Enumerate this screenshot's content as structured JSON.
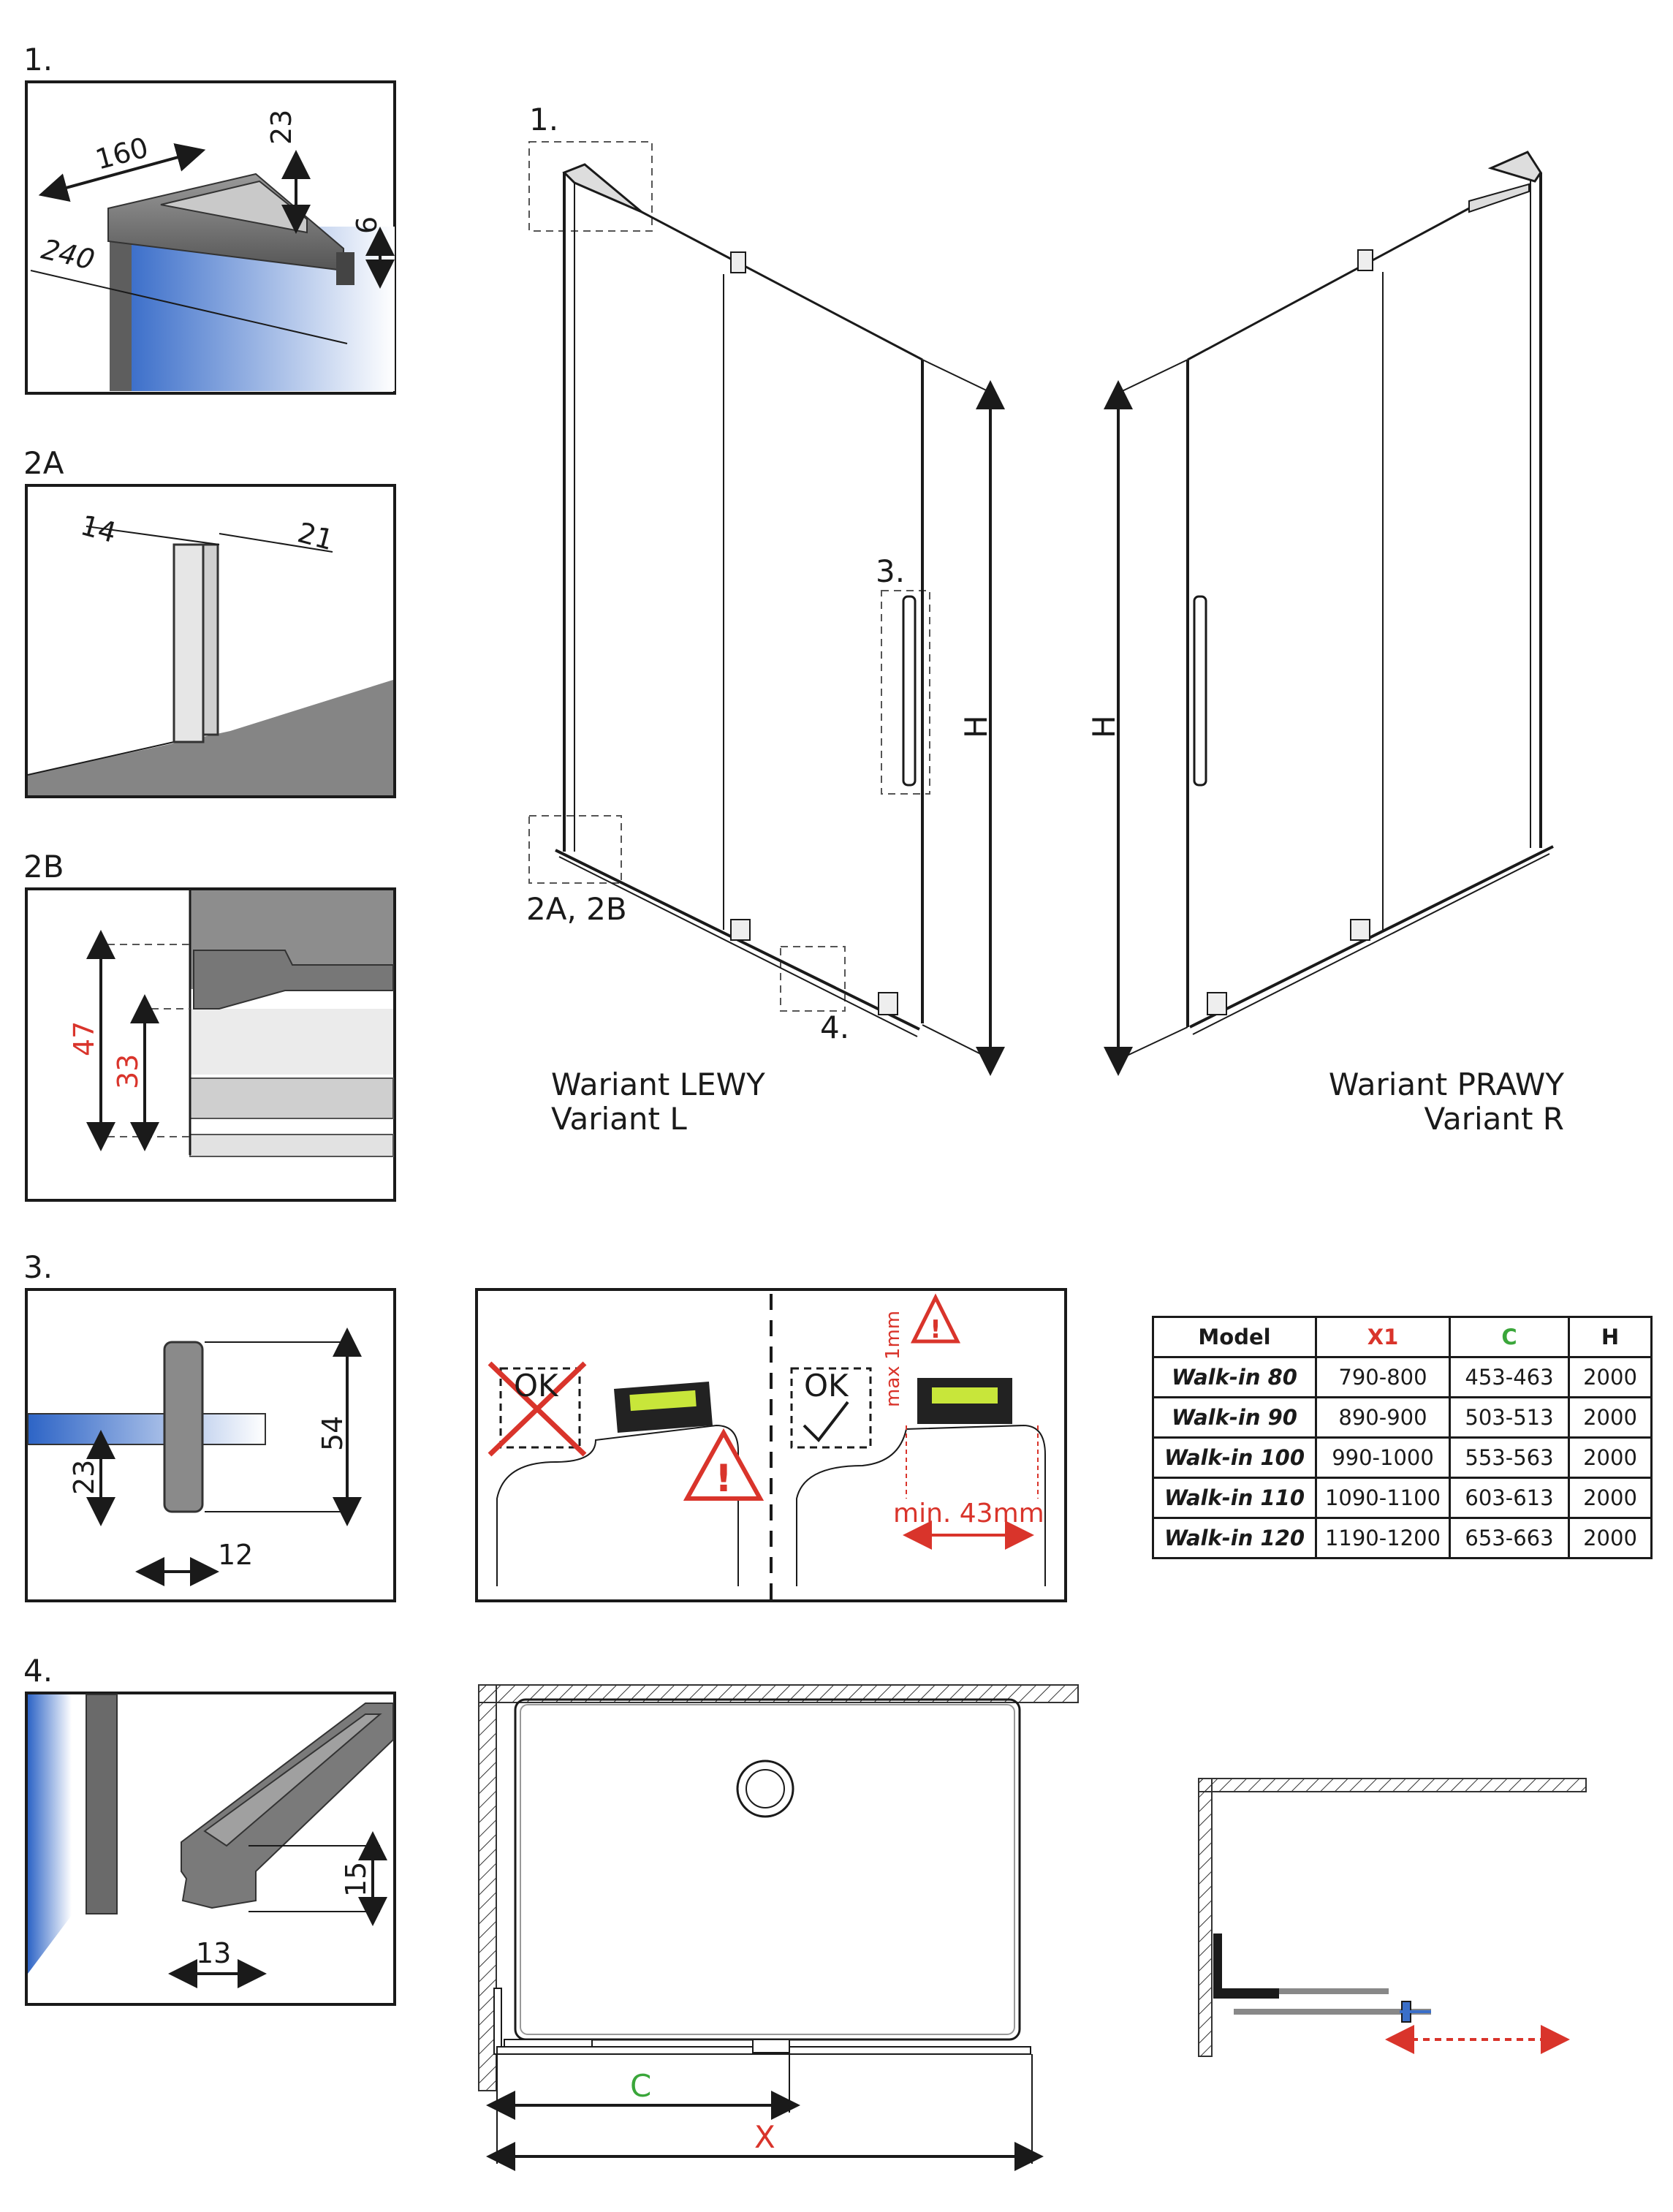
{
  "labels": {
    "p1": "1.",
    "p2a": "2A",
    "p2b": "2B",
    "p3": "3.",
    "p4": "4.",
    "s1": "1.",
    "s2": "2A, 2B",
    "s3": "3.",
    "s4": "4.",
    "height": "H"
  },
  "dims": {
    "d160": "160",
    "d23a": "23",
    "d6": "6",
    "d240": "240",
    "d14": "14",
    "d21": "21",
    "d47": "47",
    "d33": "33",
    "d54": "54",
    "d23b": "23",
    "d12": "12",
    "d15": "15",
    "d13": "13",
    "c": "C",
    "x": "X"
  },
  "variants": {
    "left_pl": "Wariant LEWY",
    "left_en": "Variant L",
    "right_pl": "Wariant PRAWY",
    "right_en": "Variant R"
  },
  "level": {
    "ok": "OK",
    "max": "max 1mm",
    "min": "min. 43mm"
  },
  "table": {
    "headers": [
      "Model",
      "X1",
      "C",
      "H"
    ],
    "rows": [
      [
        "Walk-in 80",
        "790-800",
        "453-463",
        "2000"
      ],
      [
        "Walk-in 90",
        "890-900",
        "503-513",
        "2000"
      ],
      [
        "Walk-in 100",
        "990-1000",
        "553-563",
        "2000"
      ],
      [
        "Walk-in 110",
        "1090-1100",
        "603-613",
        "2000"
      ],
      [
        "Walk-in 120",
        "1190-1200",
        "653-663",
        "2000"
      ]
    ]
  },
  "colors": {
    "glass": "#3a6fc9",
    "warning": "#d9342b",
    "green": "#3aa63a",
    "level": "#c8e63a"
  }
}
